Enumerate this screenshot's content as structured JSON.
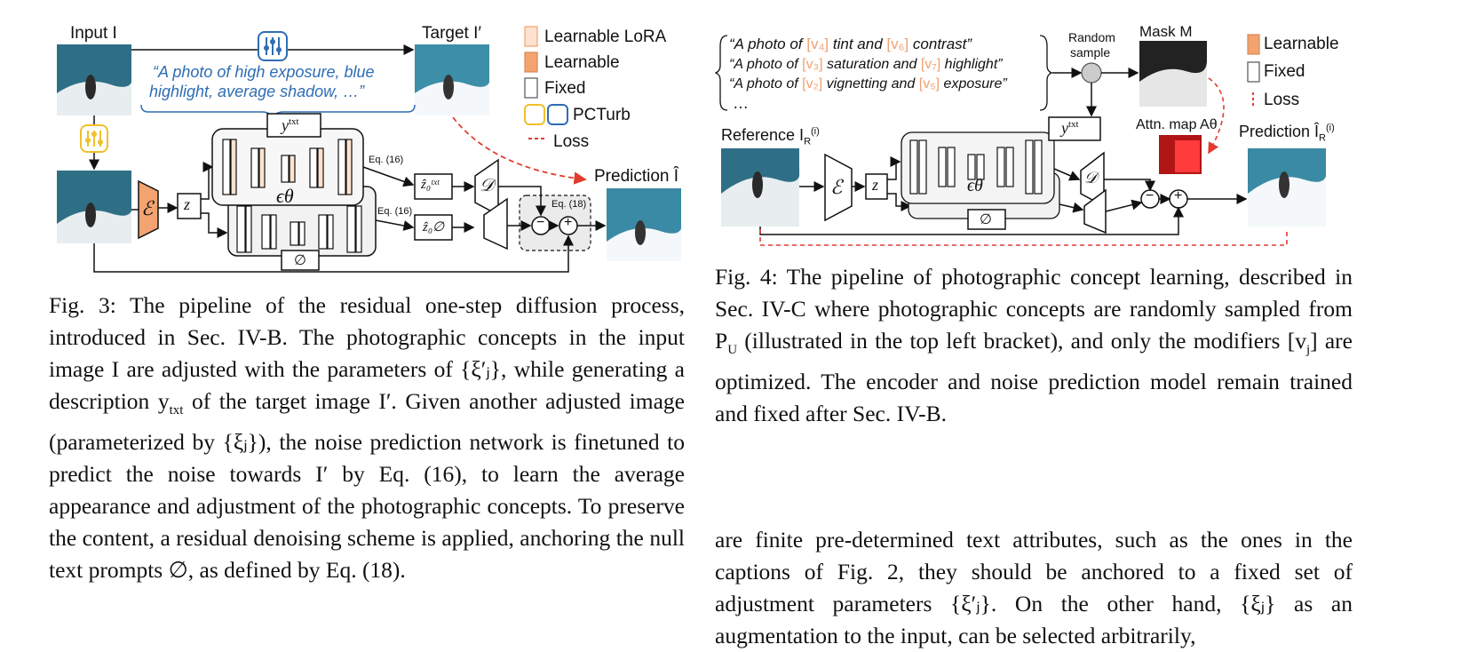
{
  "fig3": {
    "input_label": "Input I",
    "target_label": "Target I′",
    "prediction_label": "Prediction Î",
    "prompt_line1": "“A photo of high exposure, blue",
    "prompt_line2": "highlight, average shadow, …”",
    "legend": [
      "Learnable LoRA",
      "Learnable",
      "Fixed",
      "PCTurb",
      "Loss"
    ],
    "y_txt": "y",
    "y_txt_sup": "txt",
    "eps": "ϵθ",
    "z": "z",
    "enc": "ℰ",
    "dec": "𝒟",
    "null": "∅",
    "eq16a": "Eq. (16)",
    "eq16b": "Eq. (16)",
    "eq18": "Eq. (18)",
    "z0txt": "ẑ₀ᵗˣᵗ",
    "z0null": "ẑ₀∅",
    "minus": "−",
    "plus": "+"
  },
  "fig4": {
    "quotes": [
      [
        "“A photo of ",
        "[v₄]",
        " tint and ",
        "[v₆]",
        " contrast”"
      ],
      [
        "“A photo of ",
        "[v₃]",
        " saturation and ",
        "[v₇]",
        " highlight”"
      ],
      [
        "“A photo of ",
        "[v₂]",
        " vignetting and ",
        "[v₅]",
        " exposure”"
      ]
    ],
    "ellipsis": "…",
    "random_sample": [
      "Random",
      "sample"
    ],
    "mask_label": "Mask M",
    "attn_label": "Attn. map Aθ",
    "reference_label": "Reference I",
    "reference_sub": "R",
    "reference_sup": "(i)",
    "prediction_label": "Prediction Î",
    "prediction_sub": "R",
    "prediction_sup": "(i)",
    "legend": [
      "Learnable",
      "Fixed",
      "Loss"
    ],
    "y_txt": "y",
    "y_txt_sup": "txt",
    "eps": "ϵθ",
    "z": "z",
    "enc": "ℰ",
    "dec": "𝒟",
    "null": "∅",
    "minus": "−",
    "plus": "+"
  },
  "caption3": [
    "Fig. 3: The pipeline of the residual one-step diffusion process, introduced in Sec. IV-B. The photographic concepts in the input image I are adjusted with the parameters of {ξ′ⱼ}, while generating a description y",
    "txt",
    " of the target image I′. Given another adjusted image (parameterized by {ξⱼ}), the noise prediction network is finetuned to predict the noise towards I′ by Eq. (16), to learn the average appearance and adjustment of the photographic concepts. To preserve the content, a residual denoising scheme is applied, anchoring the null text prompts ∅, as defined by Eq. (18)."
  ],
  "caption4": [
    "Fig. 4: The pipeline of photographic concept learning, described in Sec. IV-C where photographic concepts are randomly sampled from P",
    "U",
    " (illustrated in the top left bracket), and only the modifiers [v",
    "j",
    "] are optimized. The encoder and noise prediction model remain trained and fixed after Sec. IV-B."
  ],
  "body_text": "are finite pre-determined text attributes, such as the ones in the captions of Fig. 2, they should be anchored to a fixed set of adjustment parameters {ξ′ⱼ}. On the other hand, {ξⱼ} as an augmentation to the input, can be selected arbitrarily,",
  "colors": {
    "orange": "#f2a36f",
    "lora": "#fde3cf",
    "loss_red": "#e23b2e",
    "prompt_blue": "#2e6db4",
    "pcturb_yellow": "#f0c02c",
    "ocean": "#2f6f86",
    "bracket_orange": "#f0a070"
  }
}
